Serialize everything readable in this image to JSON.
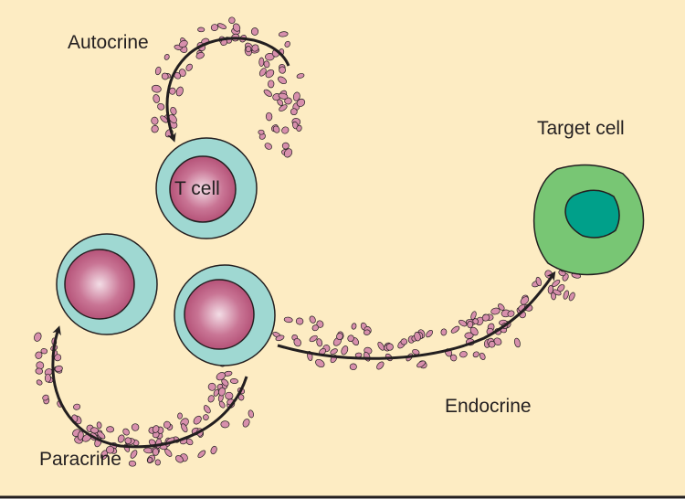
{
  "labels": {
    "autocrine": "Autocrine",
    "t_cell": "T cell",
    "target_cell": "Target cell",
    "endocrine": "Endocrine",
    "paracrine": "Paracrine"
  },
  "colors": {
    "background": "#fdecc3",
    "cell_cytoplasm": "#9fd8d2",
    "cell_nucleus": "#b94f78",
    "target_outer": "#78c674",
    "target_nucleus": "#00a08a",
    "particle": "#d78fac",
    "outline": "#231f20"
  }
}
